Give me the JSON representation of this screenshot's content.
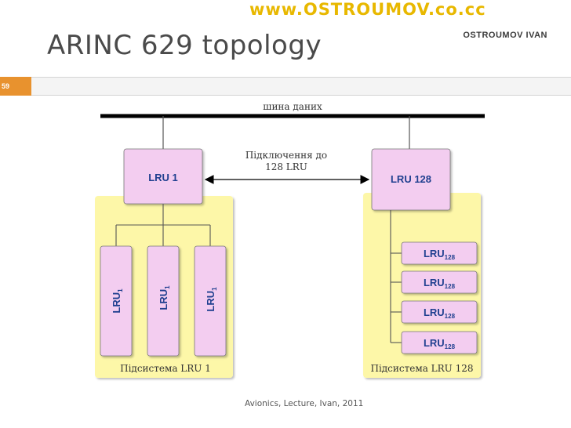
{
  "header": {
    "site_url": "www.OSTROUMOV.co.cc",
    "author": "OSTROUMOV IVAN",
    "title": "ARINC 629 topology",
    "slide_number": "59"
  },
  "diagram": {
    "bus_label": "шина даних",
    "connection_label_line1": "Підключення до",
    "connection_label_line2": "128 LRU",
    "left_lru": "LRU 1",
    "right_lru": "LRU 128",
    "left_sub_lru": "LRU",
    "left_sub_lru_sub": "1",
    "right_sub_lru": "LRU",
    "right_sub_lru_sub": "128",
    "left_subsystem_label": "Підсистема LRU 1",
    "right_subsystem_label": "Підсистема LRU 128"
  },
  "colors": {
    "lru_fill": "#f3cdf0",
    "subsystem_fill": "#fdf7a8",
    "lru_text": "#1f3f8f"
  },
  "footer": {
    "text": "Avionics, Lecture, Ivan, 2011"
  }
}
